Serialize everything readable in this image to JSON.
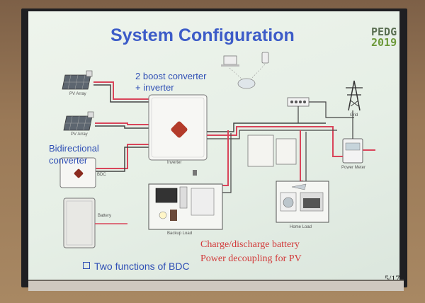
{
  "slide": {
    "title": "System Configuration",
    "logo_top": "PEDG",
    "logo_year": "2019",
    "labels": {
      "boost_line1": "2 boost converter",
      "boost_line2": "+ inverter",
      "bdc_line1": "Bidirectional",
      "bdc_line2": "converter",
      "pv_array_1": "PV Array",
      "pv_array_2": "PV Array",
      "bdc": "BDC",
      "inverter": "Inverter",
      "battery": "Battery",
      "backup_load": "Backup Load",
      "home_load": "Home Load",
      "grid": "Grid",
      "power_meter": "Power Meter"
    },
    "bullet": "Two functions of BDC",
    "functions": [
      "Charge/discharge battery",
      "Power decoupling for PV"
    ],
    "page": "5/17"
  },
  "colors": {
    "title": "#3d5cc8",
    "annotation_red": "#d23a3a",
    "wire_red": "#d9455a",
    "wire_dark": "#444444"
  }
}
